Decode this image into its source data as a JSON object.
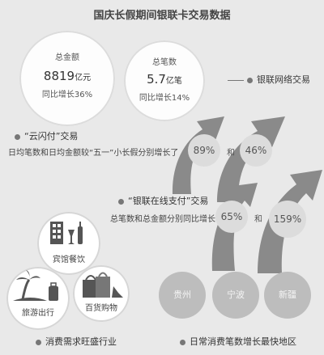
{
  "title": "国庆长假期间银联卡交易数据",
  "summary": {
    "amount": {
      "label": "总金额",
      "value": "8819",
      "unit": "亿元",
      "growth": "同比增长36%"
    },
    "count": {
      "label": "总笔数",
      "value": "5.7",
      "unit": "亿笔",
      "growth": "同比增长14%"
    },
    "network_label": "银联网络交易"
  },
  "yunshanfu": {
    "heading": "“云闪付”交易",
    "desc": "日均笔数和日均金额较“五一”小长假分别增长了",
    "pct1": "89%",
    "and": "和",
    "pct2": "46%"
  },
  "online_pay": {
    "heading": "“银联在线支付”交易",
    "desc": "总笔数和总金额分别同比增长",
    "pct1": "65%",
    "and": "和",
    "pct2": "159%"
  },
  "categories": [
    {
      "label": "宾馆餐饮",
      "icon": "hotel-dining-icon"
    },
    {
      "label": "旅游出行",
      "icon": "travel-icon"
    },
    {
      "label": "百货购物",
      "icon": "shopping-icon"
    }
  ],
  "regions": [
    "贵州",
    "宁波",
    "新疆"
  ],
  "footer": {
    "left": "消费需求旺盛行业",
    "right": "日常消费笔数增长最快地区"
  },
  "colors": {
    "background": "#e9e9e9",
    "arrow": "#8a8a8a",
    "region": "#bdbdbd"
  }
}
